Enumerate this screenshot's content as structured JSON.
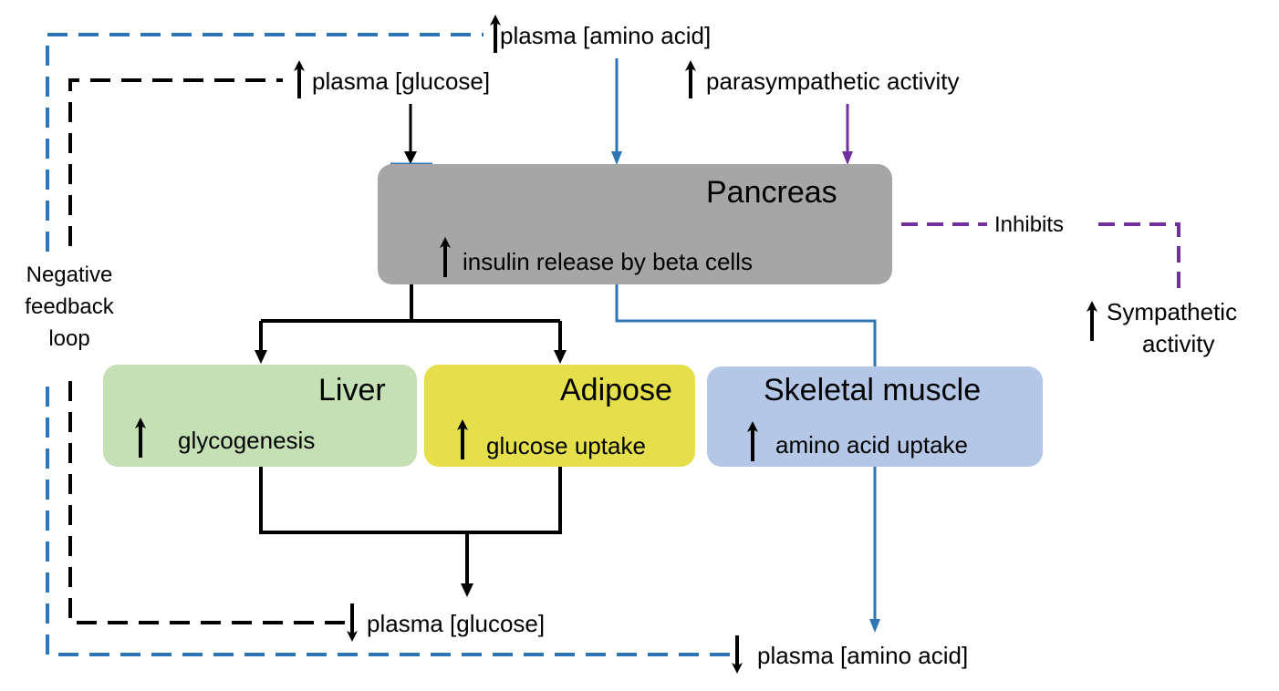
{
  "colors": {
    "pancreas": "#a6a6a6",
    "liver": "#c5e0b4",
    "adipose": "#e4df4a",
    "skeletal_muscle": "#b4c7e7",
    "glucose_path": "#000000",
    "amino_acid_path": "#2e75b6",
    "neural_path": "#7030a0"
  },
  "arrow_icons": {
    "increase": "up-arrow",
    "decrease": "down-arrow"
  },
  "inputs": {
    "plasma_amino_acid": "plasma [amino acid]",
    "plasma_glucose": "plasma [glucose]",
    "parasympathetic": "parasympathetic activity"
  },
  "pancreas": {
    "title": "Pancreas",
    "effect": "insulin release by beta cells"
  },
  "inhibits_label": "Inhibits",
  "sympathetic": {
    "line1": "Sympathetic",
    "line2": "activity"
  },
  "feedback_label": {
    "line1": "Negative",
    "line2": "feedback",
    "line3": "loop"
  },
  "targets": {
    "liver": {
      "title": "Liver",
      "effect": "glycogenesis"
    },
    "adipose": {
      "title": "Adipose",
      "effect": "glucose uptake"
    },
    "skeletal_muscle": {
      "title": "Skeletal muscle",
      "effect": "amino acid uptake"
    }
  },
  "outputs": {
    "plasma_glucose": "plasma [glucose]",
    "plasma_amino_acid": "plasma [amino acid]"
  }
}
